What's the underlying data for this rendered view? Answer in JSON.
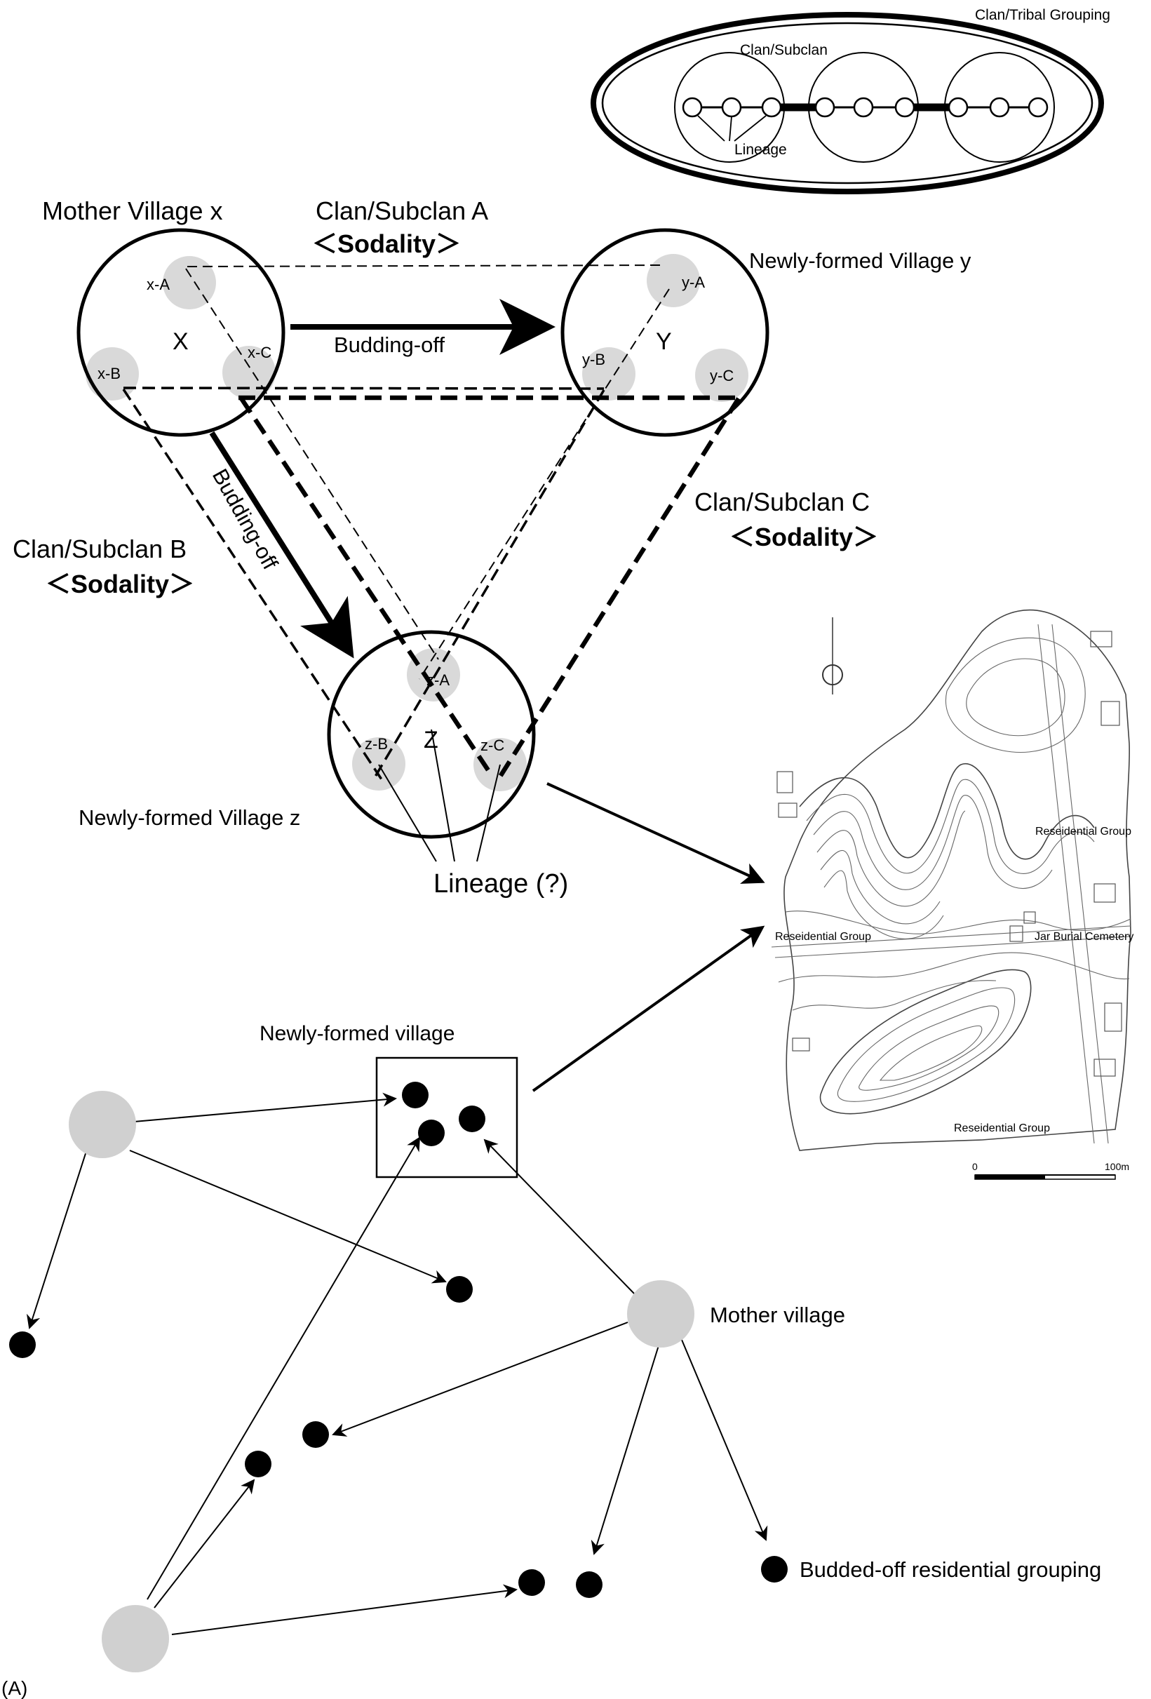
{
  "legend": {
    "outer_label": "Clan/Tribal Grouping",
    "inner_label": "Clan/Subclan",
    "lineage_label": "Lineage"
  },
  "top_diagram": {
    "mother_village_label": "Mother Village x",
    "village_x_letter": "X",
    "village_y_label": "Newly-formed Village y",
    "village_y_letter": "Y",
    "village_z_label": "Newly-formed Village z",
    "village_z_letter": "Z",
    "clan_a_label": "Clan/Subclan A",
    "clan_a_sodality": "＜Sodality＞",
    "clan_b_label": "Clan/Subclan B",
    "clan_b_sodality": "＜Sodality＞",
    "clan_c_label": "Clan/Subclan C",
    "clan_c_sodality": "＜Sodality＞",
    "budding_off_horizontal": "Budding-off",
    "budding_off_diagonal": "Budding-off",
    "lineage_question": "Lineage (?)",
    "segments": {
      "x_a": "x-A",
      "x_b": "x-B",
      "x_c": "x-C",
      "y_a": "y-A",
      "y_b": "y-B",
      "y_c": "y-C",
      "z_a": "z-A",
      "z_b": "z-B",
      "z_c": "z-C"
    }
  },
  "site_map": {
    "residential_group_top": "Reseidential Group",
    "residential_group_left": "Reseidential Group",
    "residential_group_bottom": "Reseidential Group",
    "jar_burial": "Jar Burial Cemetery",
    "scale_zero": "0",
    "scale_end": "100m"
  },
  "bottom_diagram": {
    "newly_formed_label": "Newly-formed village",
    "mother_village_label": "Mother village",
    "budded_off_label": "Budded-off residential grouping"
  },
  "panel_label": "(A)",
  "colors": {
    "ink": "#000000",
    "segment_grey": "#d9d9d9",
    "village_grey": "#d0d0d0"
  }
}
